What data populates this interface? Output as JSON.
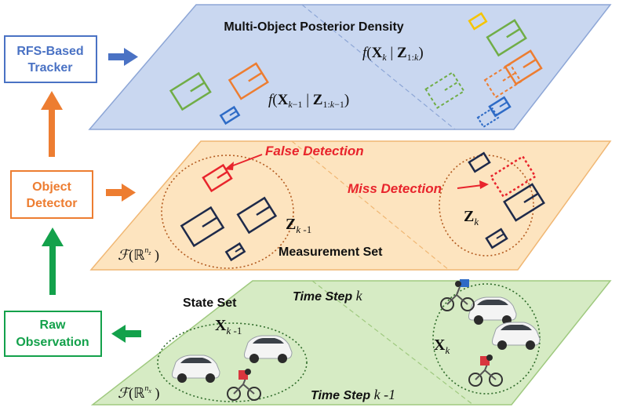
{
  "left_boxes": {
    "tracker": {
      "line1": "RFS-Based",
      "line2": "Tracker",
      "color": "#4a72c4"
    },
    "detector": {
      "line1": "Object",
      "line2": "Detector",
      "color": "#ed7d31"
    },
    "observation": {
      "line1": "Raw",
      "line2": "Observation",
      "color": "#13a14b"
    }
  },
  "planes": {
    "posterior": {
      "title": "Multi-Object Posterior Density",
      "density_current": "f(X_k | Z_1:k)",
      "density_previous": "f(X_k-1 | Z_1:k-1)",
      "fill": "#c9d7f0",
      "stroke": "#8da6d6"
    },
    "measurement": {
      "label": "Measurement Set",
      "space_label": "F(R^nz)",
      "z_previous": "Z_k-1",
      "z_current": "Z_k",
      "false_detection": "False Detection",
      "miss_detection": "Miss Detection",
      "fill": "#fde4bf",
      "stroke": "#f0b774"
    },
    "state": {
      "label": "State Set",
      "space_label": "F(R^nx)",
      "x_previous": "X_k-1",
      "x_current": "X_k",
      "time_current": "Time Step",
      "time_current_var": "k",
      "time_previous": "Time Step",
      "time_previous_var": "k -1",
      "fill": "#d6ebc4",
      "stroke": "#9fc97f"
    }
  },
  "colors": {
    "measurement_box": "#1e2a4a",
    "false_detection": "#e8242c",
    "gaussian_green": "#70ad47",
    "gaussian_orange": "#ed7d31",
    "gaussian_blue": "#2e6bc6",
    "gaussian_yellow": "#f5c400"
  }
}
